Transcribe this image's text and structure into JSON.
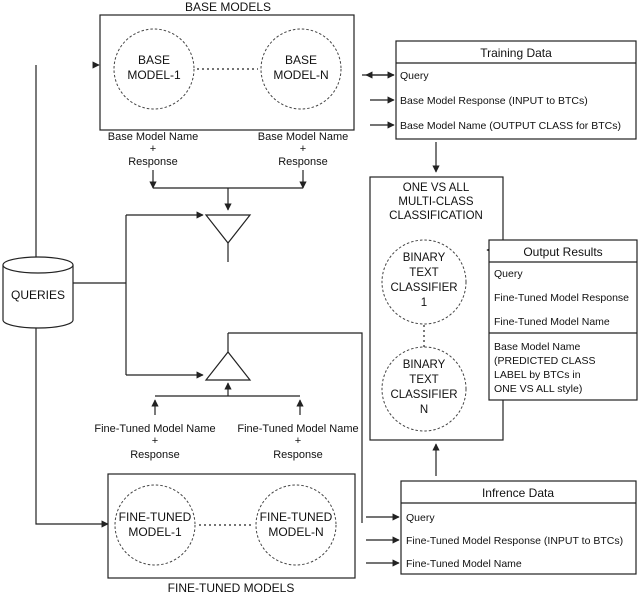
{
  "base_models": {
    "title": "BASE MODELS",
    "model_1": [
      "BASE",
      "MODEL-1"
    ],
    "model_n": [
      "BASE",
      "MODEL-N"
    ]
  },
  "fine_tuned_models": {
    "title": "FINE-TUNED MODELS",
    "model_1": [
      "FINE-TUNED",
      "MODEL-1"
    ],
    "model_n": [
      "FINE-TUNED",
      "MODEL-N"
    ]
  },
  "queries_label": "QUERIES",
  "base_output_label": [
    "Base Model Name",
    "+",
    "Response"
  ],
  "ft_output_label": [
    "Fine-Tuned Model Name",
    "+",
    "Response"
  ],
  "training_data": {
    "title": "Training Data",
    "rows": [
      "Query",
      "Base Model Response (INPUT to BTCs)",
      "Base Model Name (OUTPUT CLASS for BTCs)"
    ]
  },
  "classification": {
    "title": [
      "ONE VS ALL",
      "MULTI-CLASS",
      "CLASSIFICATION"
    ],
    "classifier_1": [
      "BINARY",
      "TEXT",
      "CLASSIFIER",
      "1"
    ],
    "classifier_n": [
      "BINARY",
      "TEXT",
      "CLASSIFIER",
      "N"
    ]
  },
  "output_results": {
    "title": "Output Results",
    "rows": [
      "Query",
      "Fine-Tuned Model Response",
      "Fine-Tuned Model Name"
    ],
    "last_row": [
      "Base Model Name",
      "(PREDICTED CLASS",
      "LABEL by BTCs in",
      "ONE VS ALL style)"
    ]
  },
  "inference_data": {
    "title": "Infrence Data",
    "rows": [
      "Query",
      "Fine-Tuned Model Response (INPUT to BTCs)",
      "Fine-Tuned Model Name"
    ]
  }
}
